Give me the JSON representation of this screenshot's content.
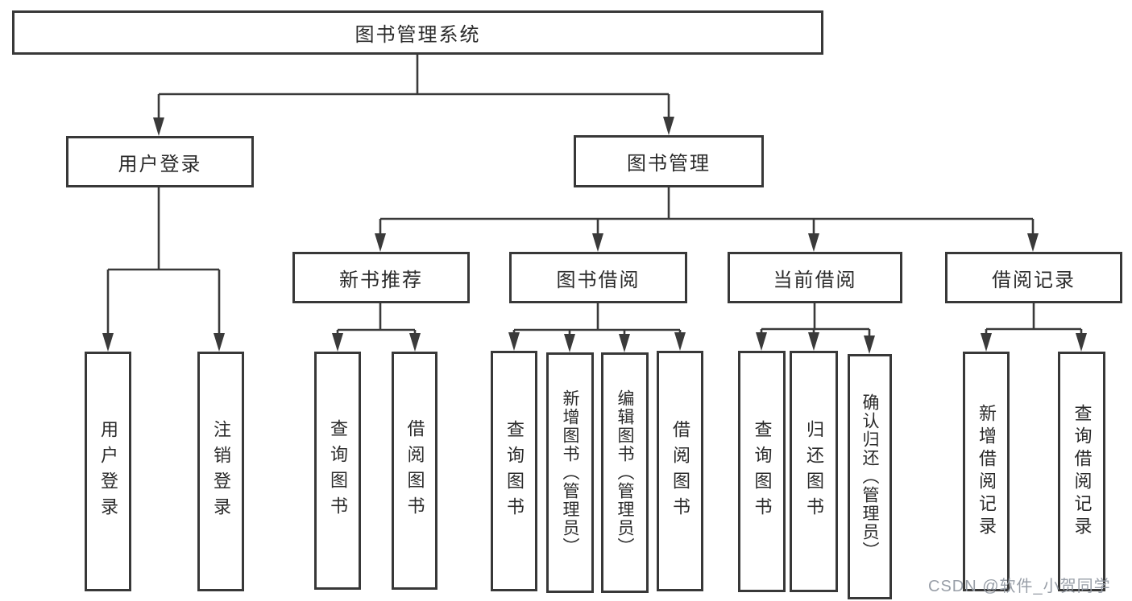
{
  "diagram": {
    "title": "图书管理系统",
    "level2": [
      "用户登录",
      "图书管理"
    ],
    "level3": [
      "新书推荐",
      "图书借阅",
      "当前借阅",
      "借阅记录"
    ],
    "leaves": {
      "user_login": [
        "用户登录",
        "注销登录"
      ],
      "new_book": [
        "查询图书",
        "借阅图书"
      ],
      "book_borrow": [
        "查询图书",
        "新增图书（管理员）",
        "编辑图书（管理员）",
        "借阅图书"
      ],
      "current_borrow": [
        "查询图书",
        "归还图书",
        "确认归还（管理员）"
      ],
      "borrow_records": [
        "新增借阅记录",
        "查询借阅记录"
      ]
    }
  },
  "watermark": "CSDN @软件_小贺同学",
  "colors": {
    "line": "#3a3a3a",
    "border": "#383838",
    "text": "#2a2a2a",
    "watermark": "#949aa3",
    "background": "#ffffff"
  }
}
